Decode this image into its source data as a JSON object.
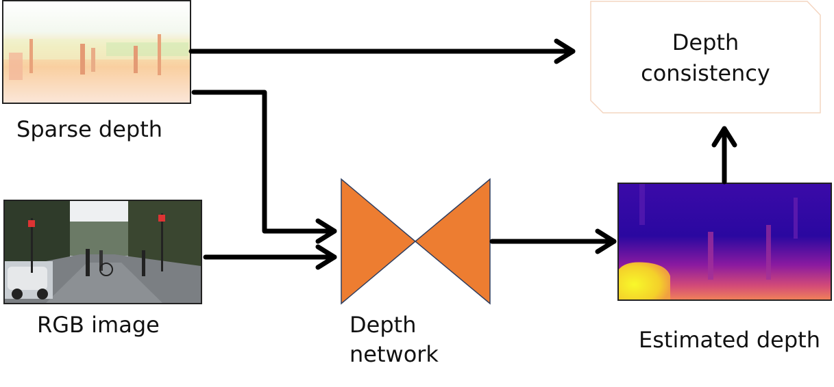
{
  "labels": {
    "sparse_depth": "Sparse depth",
    "rgb_image": "RGB image",
    "depth_network_line1": "Depth",
    "depth_network_line2": "network",
    "estimated_depth": "Estimated depth",
    "consistency_line1": "Depth",
    "consistency_line2": "consistency"
  },
  "colors": {
    "network_fill": "#ED7D31",
    "network_stroke": "#2F3E60",
    "arrow": "#000000",
    "consistency_border": "#F4D5C0"
  }
}
